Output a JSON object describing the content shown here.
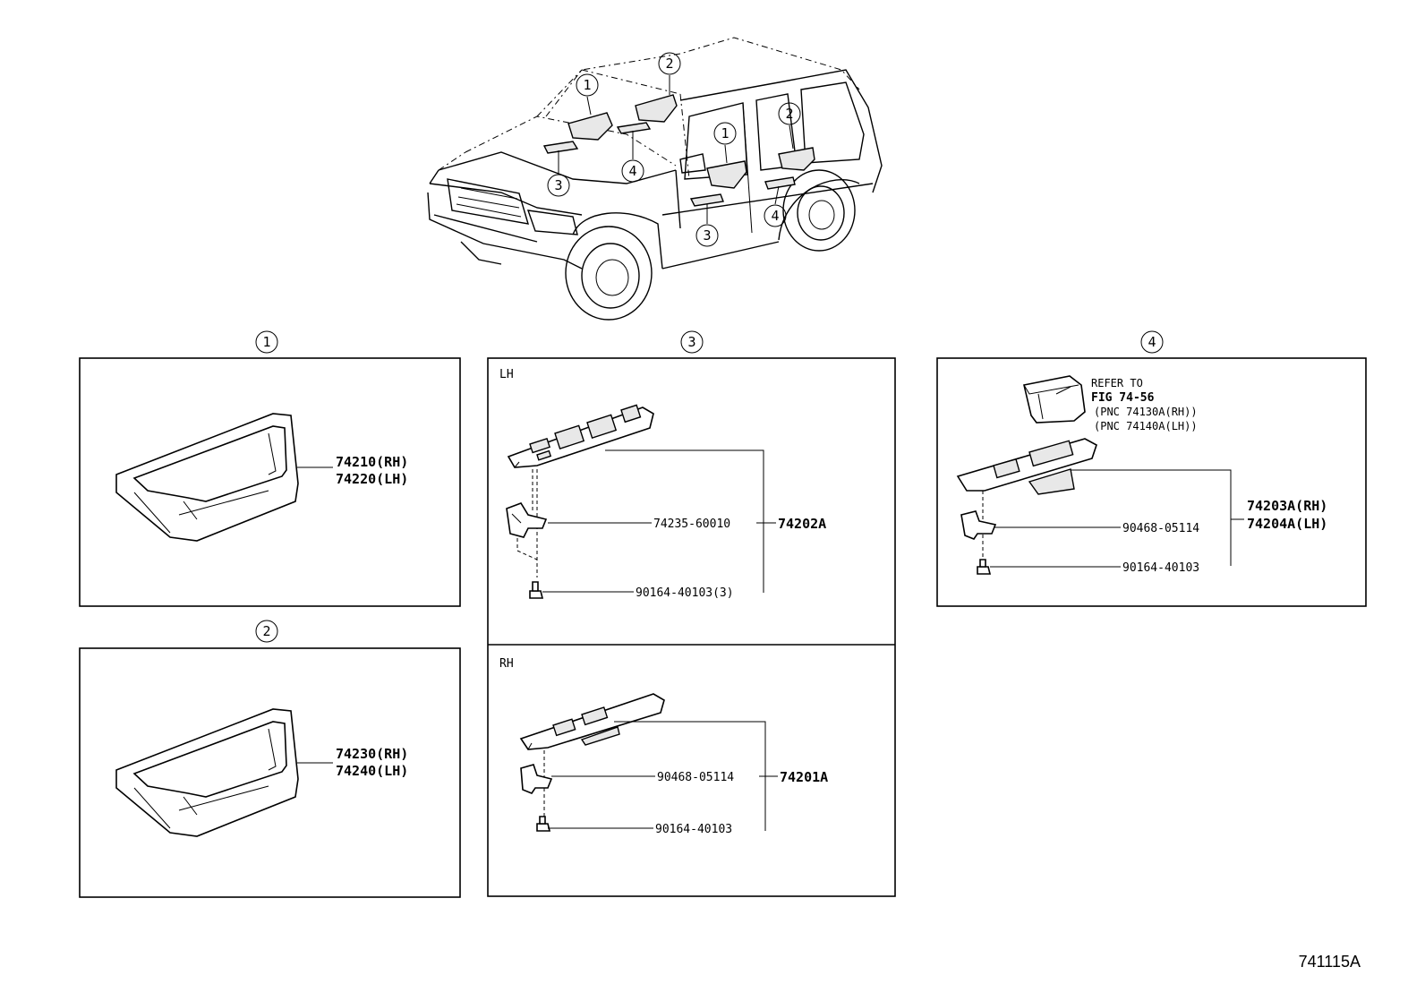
{
  "figure_id": "741115A",
  "vehicle_callouts": [
    "1",
    "2",
    "1",
    "2",
    "3",
    "4",
    "3",
    "4"
  ],
  "section_markers": [
    "1",
    "2",
    "3",
    "4"
  ],
  "section1": {
    "labels": [
      "74210(RH)",
      "74220(LH)"
    ]
  },
  "section2": {
    "labels": [
      "74230(RH)",
      "74240(LH)"
    ]
  },
  "section3": {
    "lh": {
      "side": "LH",
      "assembly": "74202A",
      "parts": [
        "74235-60010",
        "90164-40103(3)"
      ]
    },
    "rh": {
      "side": "RH",
      "assembly": "74201A",
      "parts": [
        "90468-05114",
        "90164-40103"
      ]
    }
  },
  "section4": {
    "refer": [
      "REFER TO",
      "FIG 74-56",
      "(PNC 74130A(RH))",
      "(PNC 74140A(LH))"
    ],
    "assembly": [
      "74203A(RH)",
      "74204A(LH)"
    ],
    "parts": [
      "90468-05114",
      "90164-40103"
    ]
  }
}
